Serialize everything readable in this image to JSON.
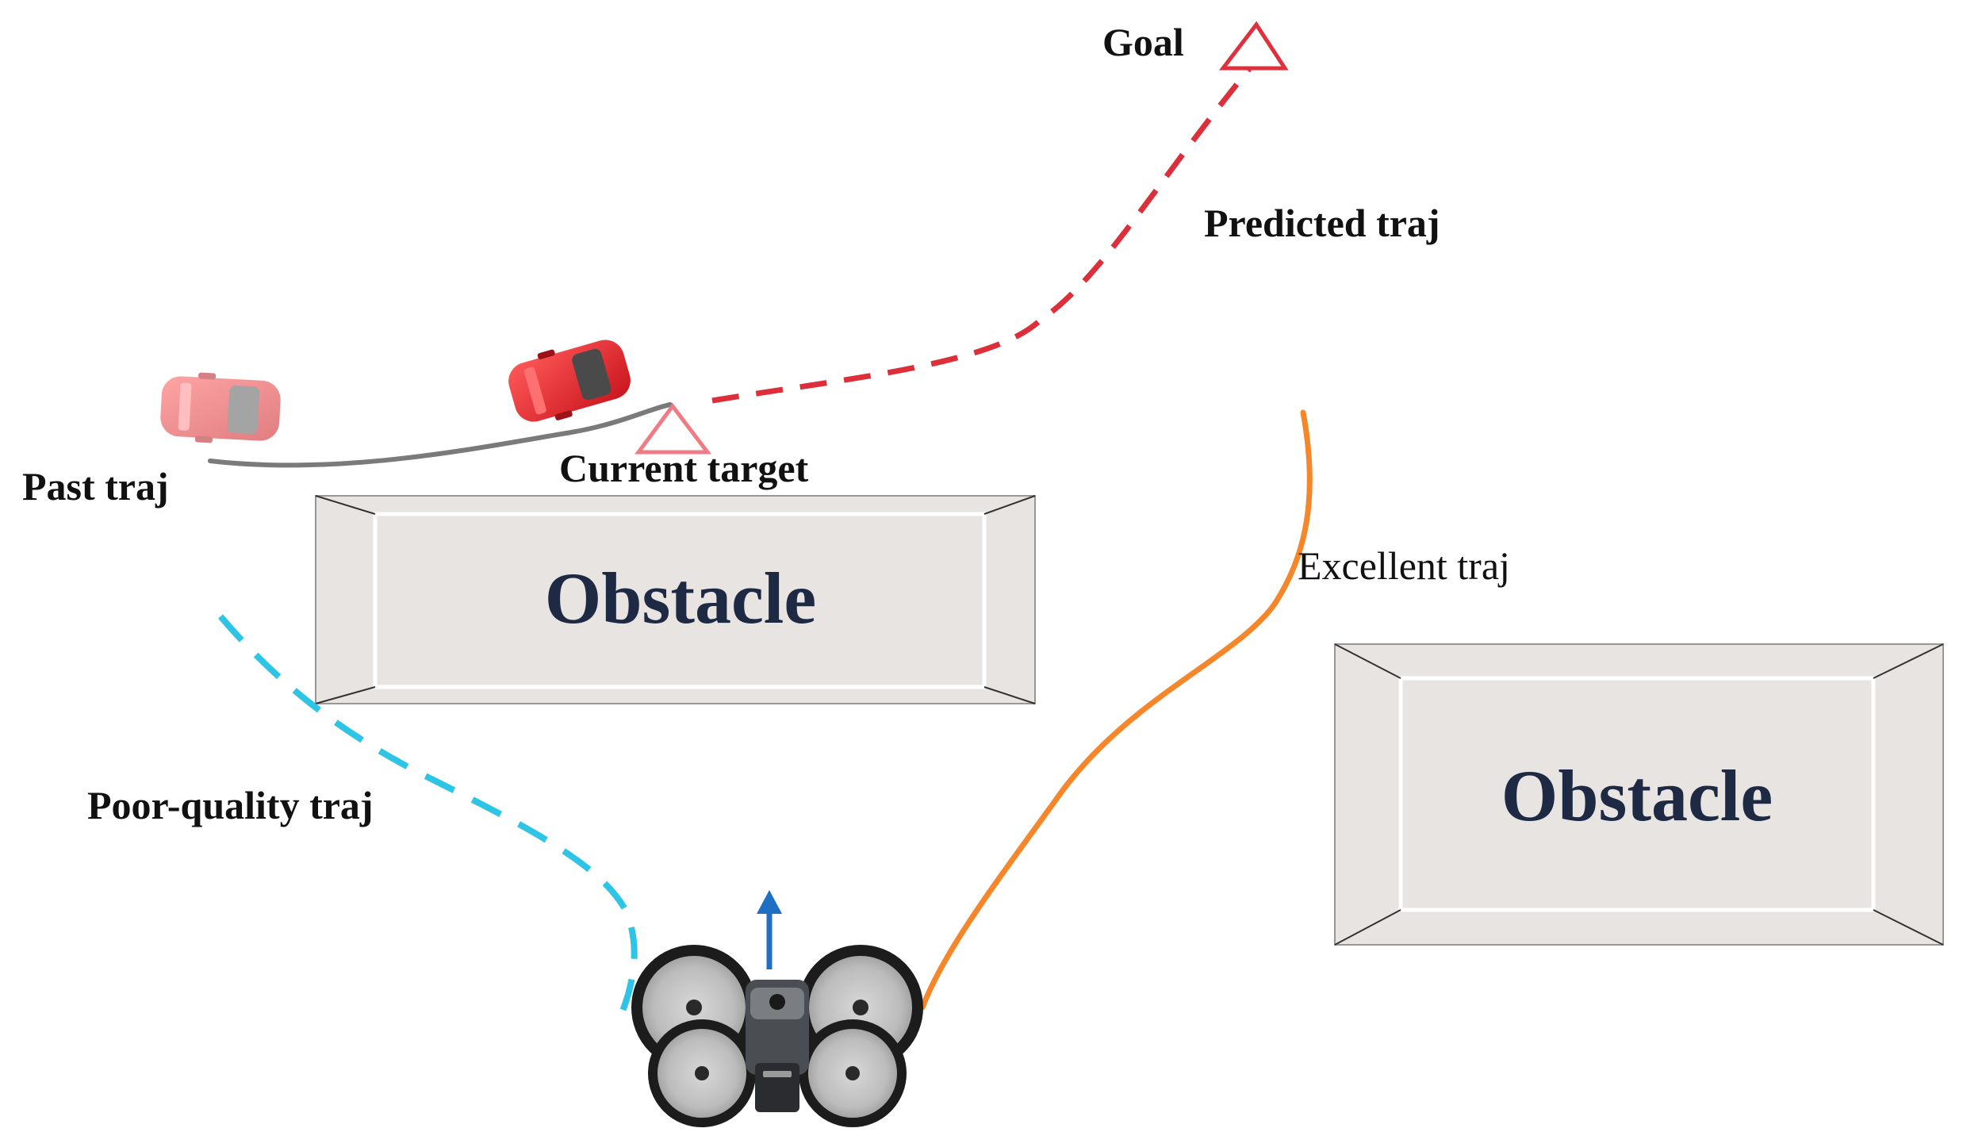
{
  "labels": {
    "goal": "Goal",
    "predicted": "Predicted traj",
    "past": "Past traj",
    "current_target": "Current target",
    "excellent": "Excellent traj",
    "poor": "Poor-quality traj"
  },
  "obstacles": [
    {
      "label": "Obstacle"
    },
    {
      "label": "Obstacle"
    }
  ],
  "colors": {
    "predicted_traj": "#dc2f3a",
    "past_traj": "#7a7a7a",
    "excellent_traj": "#f6862a",
    "poor_traj": "#2ec4e6",
    "goal_marker": "#e0303c",
    "target_marker": "#ef7b84",
    "heading_arrow": "#1f6fc4",
    "obstacle_fill": "#e8e4e2",
    "obstacle_text": "#1e2a44",
    "car": "#e3262d"
  },
  "icons": [
    "car-icon",
    "drone-icon",
    "triangle-marker-icon",
    "up-arrow-icon"
  ]
}
